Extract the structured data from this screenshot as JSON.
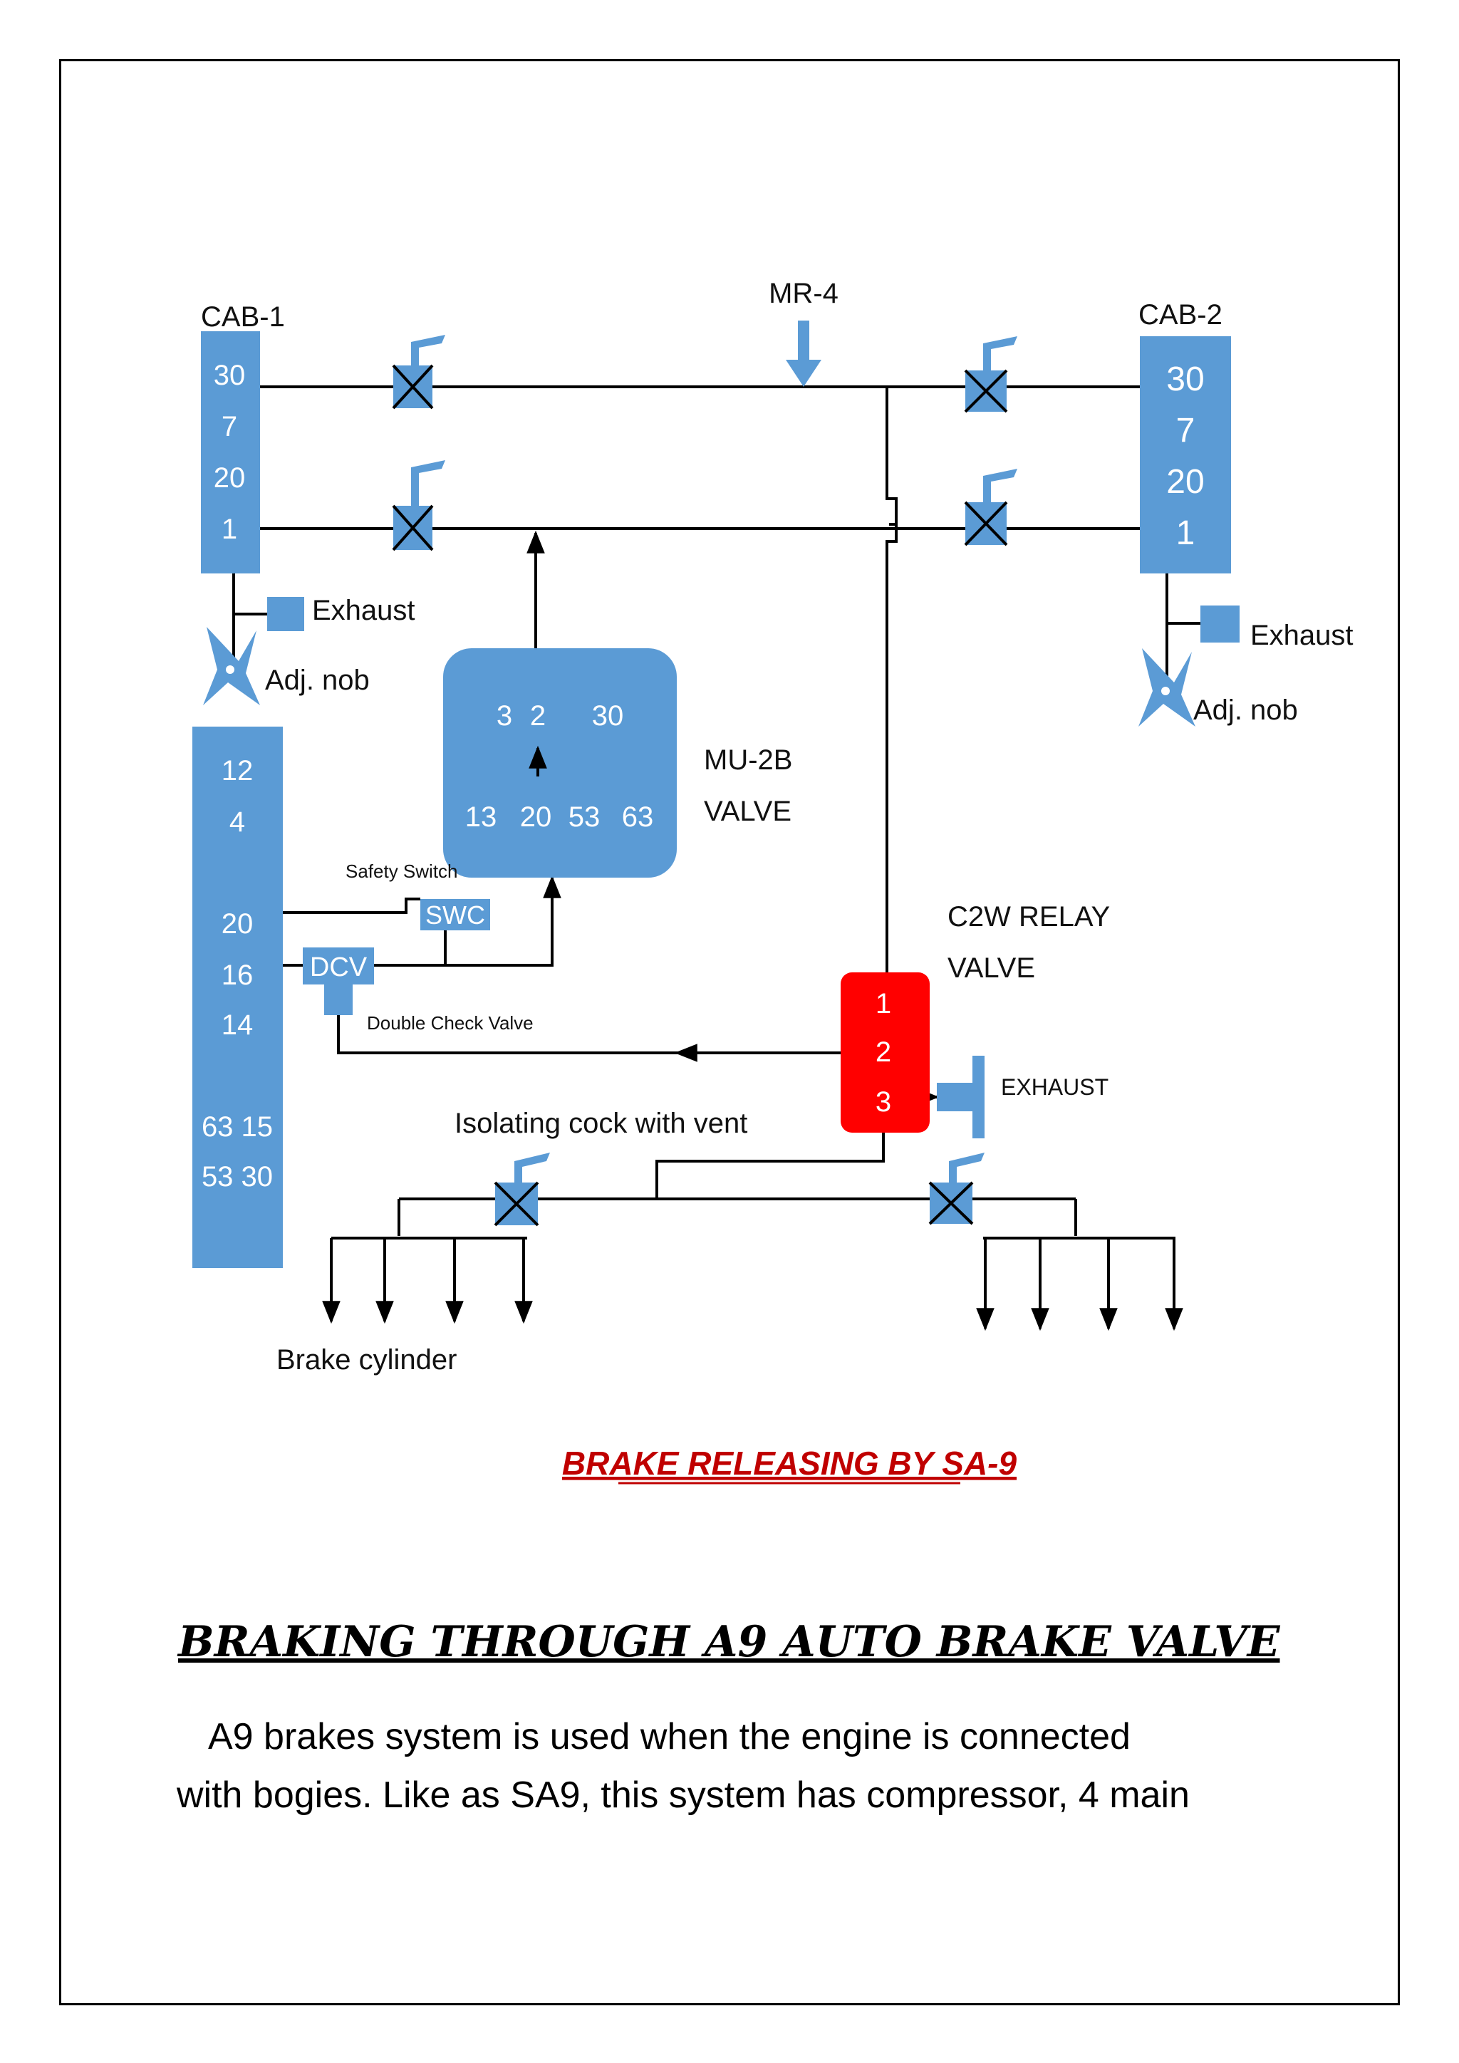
{
  "diagram": {
    "cab1": {
      "title": "CAB-1",
      "ports": [
        "30",
        "7",
        "20",
        "1"
      ],
      "exhaust": "Exhaust",
      "knob": "Adj. nob"
    },
    "cab2": {
      "title": "CAB-2",
      "ports": [
        "30",
        "7",
        "20",
        "1"
      ],
      "exhaust": "Exhaust",
      "knob": "Adj. nob"
    },
    "mr4": "MR-4",
    "sa9_panel": {
      "ports": [
        "12",
        "4",
        "20",
        "16",
        "14",
        "63 15",
        "53 30"
      ]
    },
    "mu2b": {
      "ports_top": [
        "3",
        "2",
        "30"
      ],
      "ports_bottom": [
        "13",
        "20",
        "53",
        "63"
      ],
      "label_line1": "MU-2B",
      "label_line2": "VALVE"
    },
    "safety_switch": "Safety Switch",
    "swc": "SWC",
    "dcv": "DCV",
    "double_check_valve": "Double Check Valve",
    "c2w": {
      "label_line1": "C2W RELAY",
      "label_line2": "VALVE",
      "ports": [
        "1",
        "2",
        "3"
      ],
      "exhaust": "EXHAUST"
    },
    "isolating_cock": "Isolating cock with vent",
    "brake_cylinder": "Brake cylinder",
    "caption": "BRAKE RELEASING BY SA-9",
    "colors": {
      "component": "#5B9BD5",
      "relay": "#FF0000",
      "caption": "#C00000",
      "line": "#000000"
    }
  },
  "document": {
    "heading": "BRAKING THROUGH A9 AUTO BRAKE VALVE",
    "body_line_1": "A9 brakes system is used when the engine is connected",
    "body_line_2": "with bogies. Like as SA9, this system has compressor, 4 main"
  }
}
